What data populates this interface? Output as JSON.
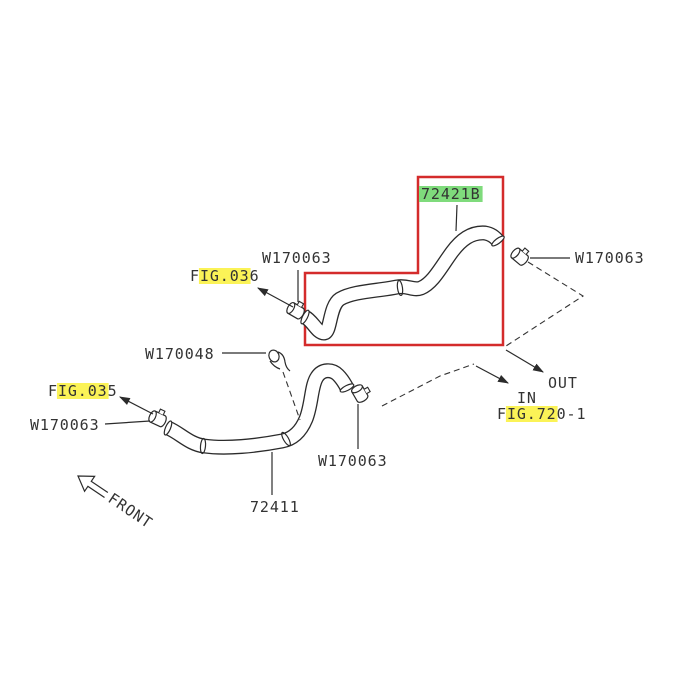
{
  "diagram": {
    "parts": {
      "hose_upper": "72421B",
      "hose_lower": "72411"
    },
    "clamps": {
      "upper_left": "W170063",
      "upper_right": "W170063",
      "middle": "W170048",
      "lower_left": "W170063",
      "lower_right": "W170063"
    },
    "references": {
      "fig036": {
        "pre": "F",
        "hl": "IG.03",
        "post": "6"
      },
      "fig035": {
        "pre": "F",
        "hl": "IG.03",
        "post": "5"
      },
      "fig720": {
        "pre": "F",
        "hl": "IG.72",
        "post": "0-1"
      }
    },
    "flow": {
      "out": "OUT",
      "in": "IN"
    },
    "orientation": {
      "front": "FRONT"
    },
    "colors": {
      "highlight_yellow": "#fbf357",
      "highlight_green": "#7fdb7c",
      "selection_box_red": "#d42b2b"
    }
  }
}
